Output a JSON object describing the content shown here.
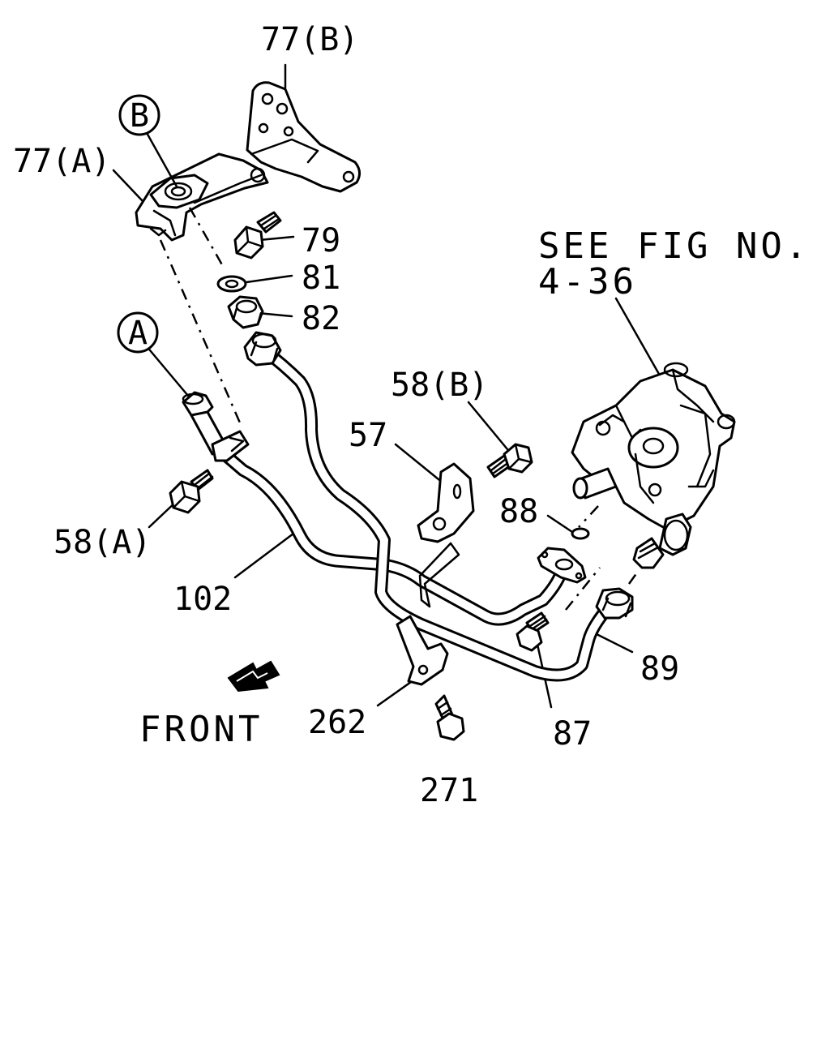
{
  "diagram": {
    "callouts": {
      "p77b": "77(B)",
      "p77a": "77(A)",
      "refB": "B",
      "refA": "A",
      "p79": "79",
      "p81": "81",
      "p82": "82",
      "p58b": "58(B)",
      "p57": "57",
      "p58a": "58(A)",
      "p88": "88",
      "p102": "102",
      "p89": "89",
      "p262": "262",
      "p87": "87",
      "p271": "271"
    },
    "see_fig_line1": "SEE FIG NO.",
    "see_fig_line2": "4-36",
    "front_label": "FRONT"
  }
}
